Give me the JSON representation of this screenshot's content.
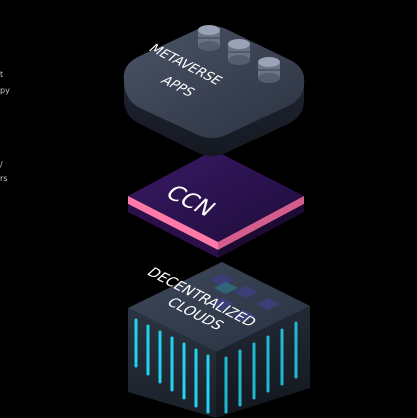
{
  "left_text_fragments": [
    "t",
    "py",
    "/",
    "rs"
  ],
  "layers": {
    "top": {
      "line1": "METAVERSE",
      "line2": "APPS"
    },
    "middle": {
      "label": "CCN"
    },
    "bottom": {
      "line1": "DECENTRALIZED",
      "line2": "CLOUDS"
    }
  },
  "colors": {
    "background": "#000000",
    "top_slab": "#3b4353",
    "ccn_top": "#2c1350",
    "ccn_edge": "#ff7aa8",
    "cloud_body": "#2f3947",
    "cloud_bars": "#22d3ee",
    "connector_pink": "#ff5fa2",
    "connector_cyan": "#22d3ee",
    "connector_purple": "#8b6bff"
  },
  "icons": [
    "database-icon",
    "database-icon",
    "database-icon"
  ]
}
